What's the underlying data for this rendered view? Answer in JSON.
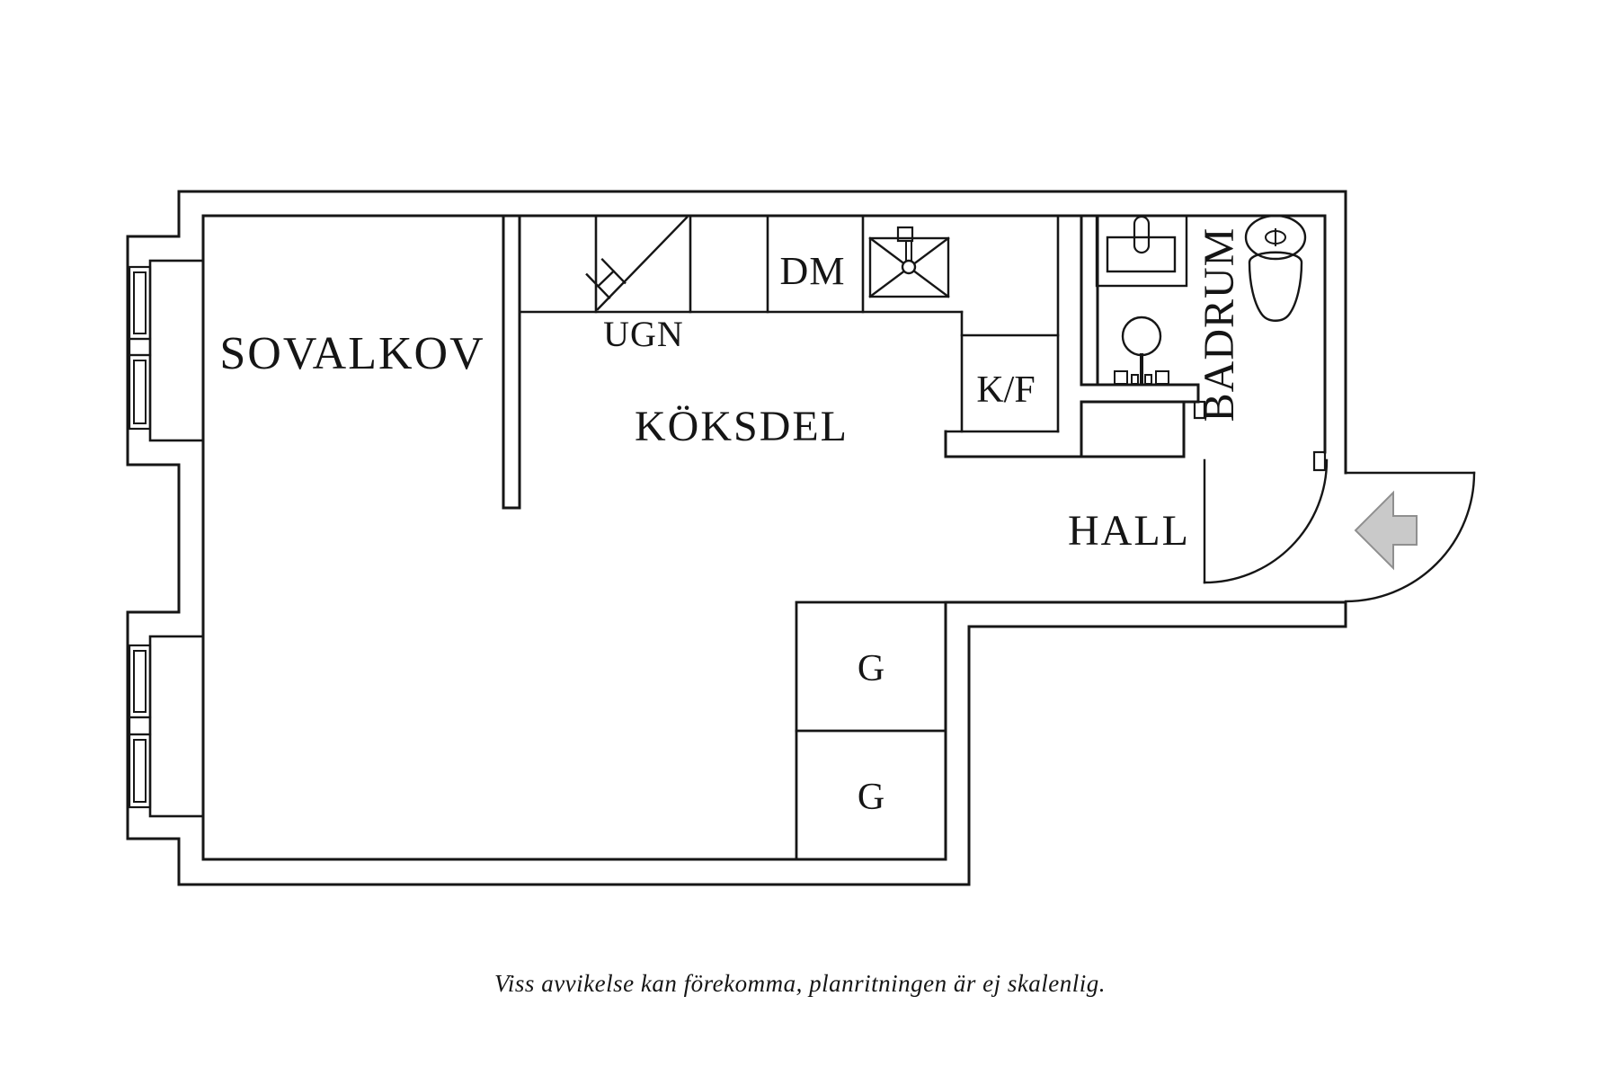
{
  "colors": {
    "line": "#161616",
    "arrow_fill": "#c9c9c9",
    "arrow_outline": "#8f8f8f",
    "background": "#ffffff"
  },
  "rooms": {
    "sovalkov": {
      "label": "SOVALKOV"
    },
    "koksdel": {
      "label": "KÖKSDEL"
    },
    "hall": {
      "label": "HALL"
    },
    "badrum": {
      "label": "BADRUM"
    }
  },
  "fixtures": {
    "oven": {
      "label": "UGN"
    },
    "dishwasher": {
      "label": "DM"
    },
    "fridge_freezer": {
      "label": "K/F"
    },
    "wardrobe_top": {
      "label": "G"
    },
    "wardrobe_bottom": {
      "label": "G"
    }
  },
  "icons": {
    "stove": "stove-burner-icon",
    "kitchen_sink": "kitchen-sink-icon",
    "washbasin": "washbasin-icon",
    "shower_mixer": "shower-mixer-icon",
    "toilet": "toilet-icon",
    "window": "window-icon",
    "entry_arrow": "entry-arrow-icon"
  },
  "footer": {
    "disclaimer": "Viss avvikelse kan förekomma, planritningen är ej skalenlig."
  }
}
